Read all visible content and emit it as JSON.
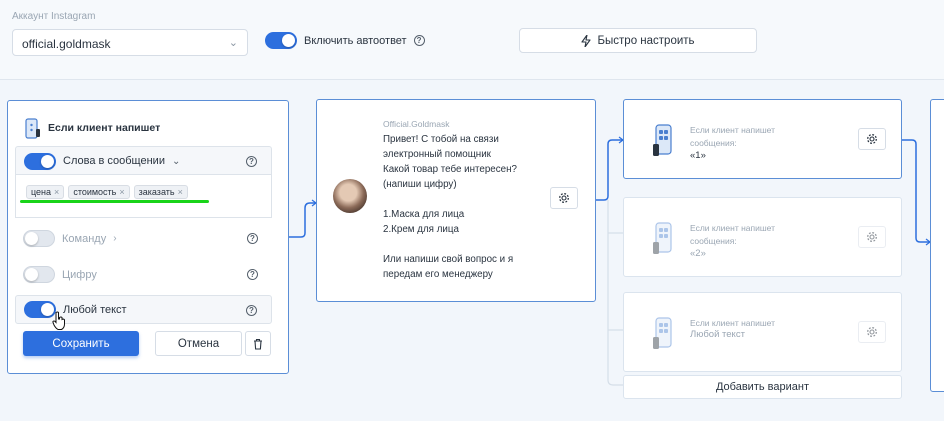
{
  "header": {
    "account_label": "Аккаунт Instagram",
    "account_value": "official.goldmask",
    "autoreply_label": "Включить автоответ",
    "autoreply_enabled": true,
    "quick_setup_label": "Быстро настроить"
  },
  "trigger_card": {
    "title": "Если клиент напишет",
    "words_option": {
      "label": "Слова в сообщении",
      "enabled": true
    },
    "keywords": [
      "цена",
      "стоимость",
      "заказать"
    ],
    "command_option": {
      "label": "Команду",
      "enabled": false
    },
    "digit_option": {
      "label": "Цифру",
      "enabled": false
    },
    "any_text_option": {
      "label": "Любой текст",
      "enabled": true
    },
    "save_label": "Сохранить",
    "cancel_label": "Отмена"
  },
  "message_card": {
    "sender": "Official.Goldmask",
    "text": "Привет! С тобой на связи\nэлектронный помощник\nКакой товар тебе интересен?\n(напиши цифру)\n\n1.Маска для лица\n2.Крем для лица\n\nИли напиши свой вопрос и я\nпередам его менеджеру"
  },
  "conditions": [
    {
      "title": "Если клиент напишет сообщения:",
      "value": "«1»"
    },
    {
      "title": "Если клиент напишет сообщения:",
      "value": "«2»"
    },
    {
      "title": "Если клиент напишет",
      "value": "Любой текст"
    }
  ],
  "add_variant_label": "Добавить вариант",
  "colors": {
    "accent": "#2d6fde",
    "card_border": "#5b8ed6",
    "highlight": "#19d419"
  }
}
